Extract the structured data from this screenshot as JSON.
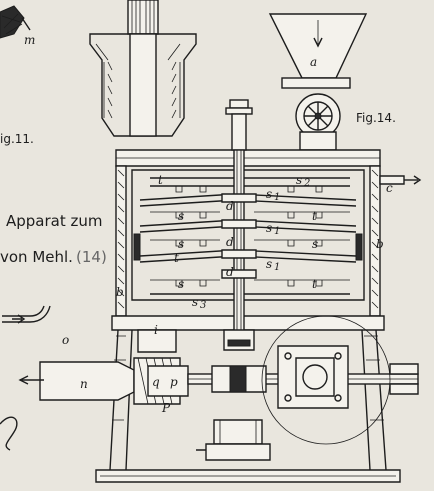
{
  "texts": {
    "fig11": "ig.11.",
    "fig14": "Fig.14.",
    "caption_line1": "Apparat zum",
    "caption_line2": "von Mehl.",
    "caption_ref": "(14)"
  },
  "labels": {
    "m": "m",
    "a": "a",
    "c": "c",
    "b_right": "b",
    "b_left": "b",
    "s2": "s",
    "s2_sub": "2",
    "s3": "s",
    "s3_sub": "3",
    "s1": "s",
    "s1_sub": "1",
    "s": "s",
    "t": "t",
    "d": "d",
    "o": "o",
    "n": "n",
    "q": "q",
    "p": "p",
    "P": "P",
    "i": "i"
  }
}
